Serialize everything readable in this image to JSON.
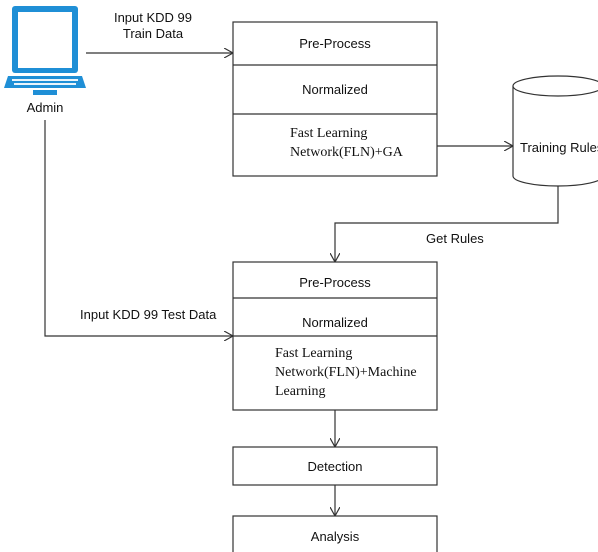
{
  "actor": {
    "label": "Admin",
    "icon": "computer-icon"
  },
  "inputs": {
    "train_line1": "Input KDD 99",
    "train_line2": "Train Data",
    "test": "Input KDD 99 Test Data"
  },
  "training_block": {
    "preprocess": "Pre-Process",
    "normalized": "Normalized",
    "fln_line1": "Fast Learning",
    "fln_line2": "Network(FLN)+GA"
  },
  "storage": {
    "label": "Training Rules",
    "icon": "database-cylinder-icon"
  },
  "get_rules": "Get Rules",
  "testing_block": {
    "preprocess": "Pre-Process",
    "normalized": "Normalized",
    "fln_line1": "Fast Learning",
    "fln_line2": "Network(FLN)+Machine",
    "fln_line3": "Learning"
  },
  "detection": "Detection",
  "analysis": "Analysis",
  "colors": {
    "icon_blue": "#1f8fd6",
    "screen": "#ffffff",
    "stroke": "#333333"
  }
}
